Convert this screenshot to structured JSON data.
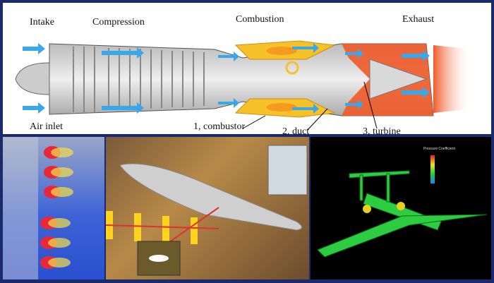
{
  "engine_diagram": {
    "stages": [
      "Intake",
      "Compression",
      "Combustion",
      "Exhaust"
    ],
    "callouts": [
      "Air inlet",
      "1, combustor",
      "2, duct",
      "3, turbine"
    ]
  },
  "cfd_panel": {
    "legend_title": "Pressure Coefficient"
  },
  "colors": {
    "border": "#1b2a6b",
    "flow": "#3aa8e8",
    "hot": "#f05a28",
    "surface": "#2ecc40"
  }
}
